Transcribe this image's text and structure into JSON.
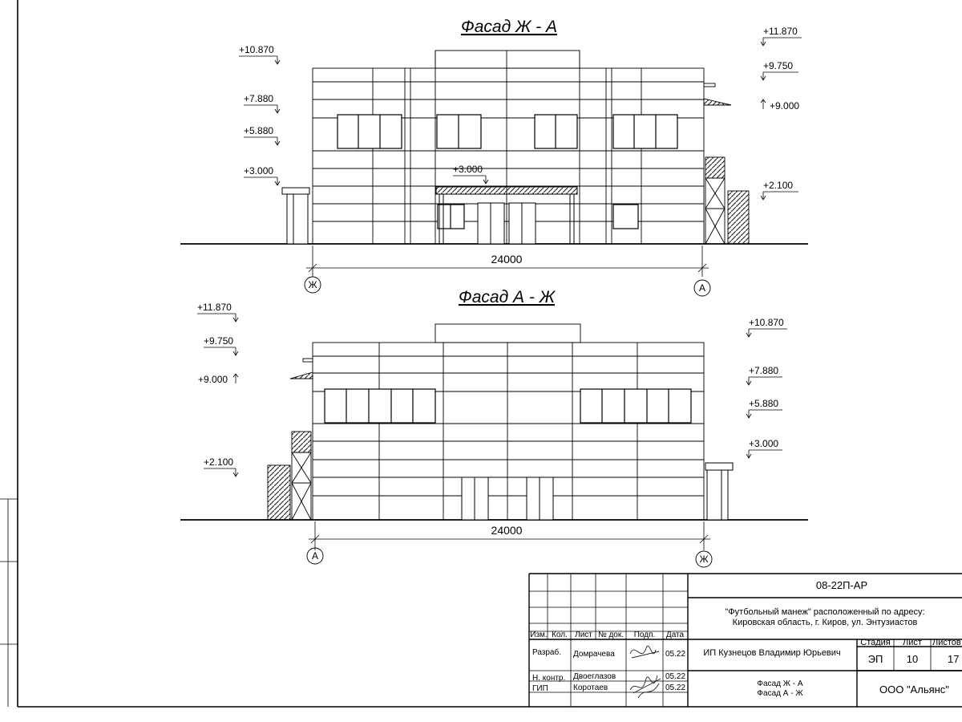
{
  "facade_top": {
    "title": "Фасад Ж - А",
    "levels_left": [
      "+10.870",
      "+7.880",
      "+5.880",
      "+3.000"
    ],
    "levels_right": [
      "+11.870",
      "+9.750",
      "+9.000",
      "+2.100"
    ],
    "level_canopy": "+3.000",
    "dimension": "24000",
    "axis_left": "Ж",
    "axis_right": "А"
  },
  "facade_bottom": {
    "title": "Фасад А - Ж",
    "levels_left": [
      "+11.870",
      "+9.750",
      "+9.000",
      "+2.100"
    ],
    "levels_right": [
      "+10.870",
      "+7.880",
      "+5.880",
      "+3.000"
    ],
    "dimension": "24000",
    "axis_left": "А",
    "axis_right": "Ж"
  },
  "title_block": {
    "code": "08-22П-АР",
    "project_line1": "\"Футбольный манеж\" расположенный по адресу:",
    "project_line2": "Кировская область, г. Киров, ул. Энтузиастов",
    "col_headers": [
      "Изм.",
      "Кол.",
      "Лист",
      "№ док.",
      "Подп.",
      "Дата"
    ],
    "roles": [
      "Разраб.",
      "Н. контр.",
      "ГИП"
    ],
    "names": [
      "Домрачева",
      "Двоеглазов",
      "Коротаев"
    ],
    "dates": [
      "05.22",
      "05.22",
      "05.22"
    ],
    "organization_author": "ИП Кузнецов Владимир Юрьевич",
    "stage_label": "Стадия",
    "sheet_label": "Лист",
    "sheets_label": "Листов",
    "stage": "ЭП",
    "sheet": "10",
    "sheets": "17",
    "drawing_name_1": "Фасад Ж - А",
    "drawing_name_2": "Фасад А - Ж",
    "company": "ООО \"Альянс\""
  }
}
